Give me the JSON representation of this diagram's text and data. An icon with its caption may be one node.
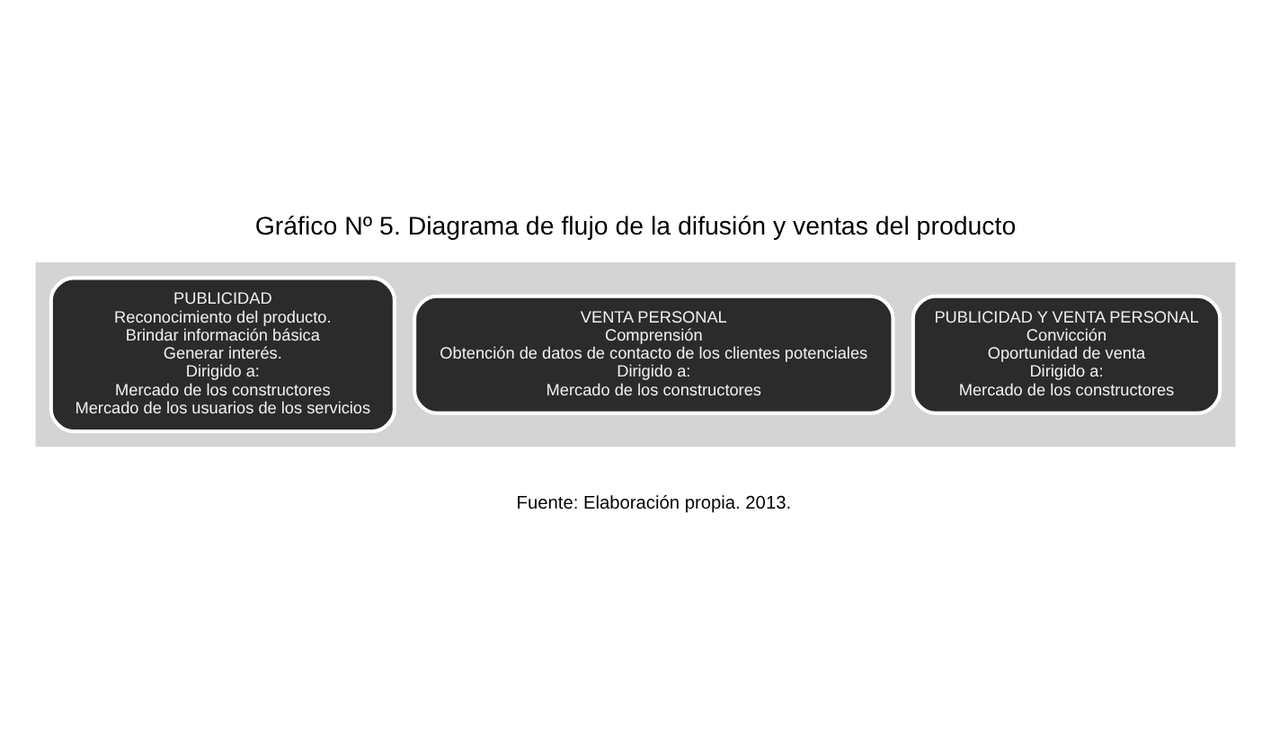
{
  "diagram": {
    "title": "Gráfico Nº 5. Diagrama de flujo de la difusión y ventas del producto",
    "caption": "Fuente: Elaboración propia. 2013.",
    "nodes": [
      {
        "text": [],
        "shape": "arrow"
      },
      {
        "text": [
          "PUBLICIDAD",
          "Reconocimiento del producto.",
          "Brindar información básica",
          "Generar interés.",
          "Dirigido a:",
          "Mercado de los constructores",
          "Mercado de los usuarios de los servicios"
        ],
        "in": 0
      },
      {
        "text": [
          "VENTA PERSONAL",
          "Comprensión",
          "Obtención de datos de contacto de los clientes potenciales",
          "Dirigido a:",
          "Mercado de los constructores"
        ],
        "in": 0
      },
      {
        "text": [
          "PUBLICIDAD Y VENTA PERSONAL",
          "Convicción",
          "Oportunidad de venta",
          "Dirigido a:",
          "Mercado de los constructores"
        ],
        "in": 0
      }
    ],
    "edges": []
  }
}
